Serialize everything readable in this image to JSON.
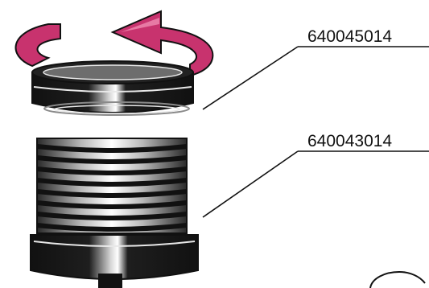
{
  "parts": [
    {
      "id": "cap",
      "number": "640045014"
    },
    {
      "id": "body",
      "number": "640043014"
    }
  ],
  "arrow": {
    "meaning": "rotate",
    "color": "#c8336e",
    "highlight": "#e77aa4"
  },
  "colors": {
    "black": "#111111",
    "gray": "#8a8a8a",
    "light": "#e8e8e8"
  }
}
